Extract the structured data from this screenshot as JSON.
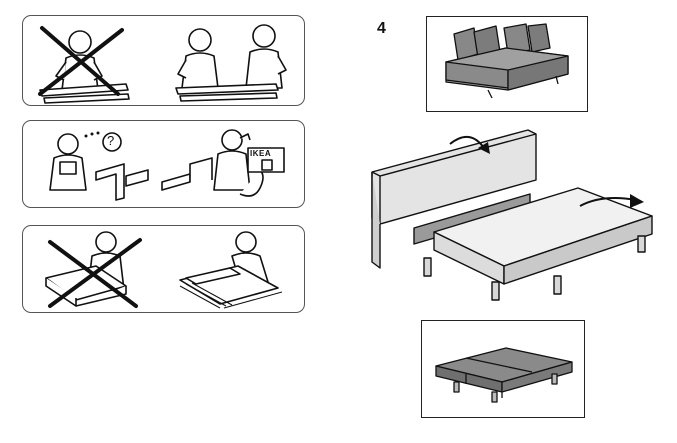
{
  "instructions": {
    "step_number": "4",
    "brand_sign": "IKEA",
    "question_mark": "?",
    "panels": [
      {
        "pictogram": "two-person-assembly",
        "wrong": "one-person-assembly-crossed-icon",
        "right": "two-people-assembly-icon"
      },
      {
        "pictogram": "ask-for-help",
        "wrong": "confused-person-icon",
        "right": "call-ikea-icon"
      },
      {
        "pictogram": "work-on-soft-surface",
        "wrong": "hard-floor-crossed-icon",
        "right": "carpet-assembly-icon"
      }
    ],
    "figures": [
      {
        "icon": "sofa-with-cushions-icon"
      },
      {
        "icon": "unfold-backrest-arrows-icon"
      },
      {
        "icon": "flat-bed-icon"
      }
    ],
    "colors": {
      "line": "#222222",
      "fill_dark": "#7c7c7c",
      "fill_mid": "#a8a8a8",
      "fill_light": "#dcdcdc"
    }
  }
}
